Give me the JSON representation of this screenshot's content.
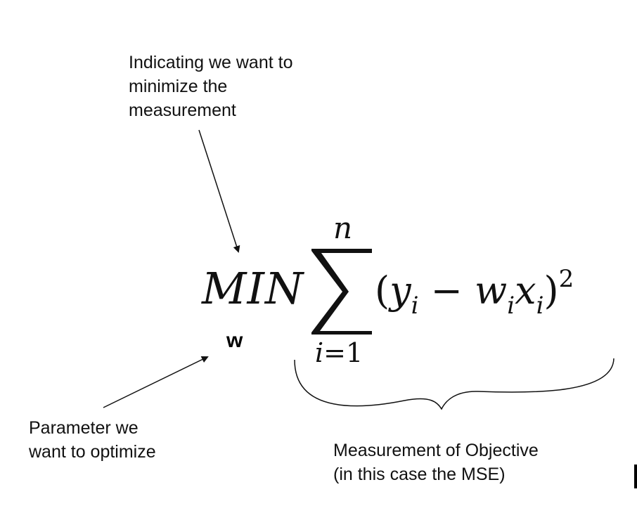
{
  "annotations": {
    "top": [
      "Indicating we want to",
      "minimize the",
      "measurement"
    ],
    "left": [
      "Parameter we",
      "want to optimize"
    ],
    "bottom": [
      "Measurement of Objective",
      "(in this case the MSE)"
    ]
  },
  "formula": {
    "operator": "MIN",
    "parameter": "w",
    "upper_limit": "n",
    "lower_limit_var": "i",
    "lower_limit_eq": "=",
    "lower_limit_num": "1",
    "open_paren": "(",
    "y": "y",
    "y_sub": "i",
    "minus": " − ",
    "w": "w",
    "w_sub": "i",
    "x": "x",
    "x_sub": "i",
    "close_paren": ")",
    "exponent": "2"
  },
  "colors": {
    "text": "#111111",
    "background": "#ffffff"
  }
}
